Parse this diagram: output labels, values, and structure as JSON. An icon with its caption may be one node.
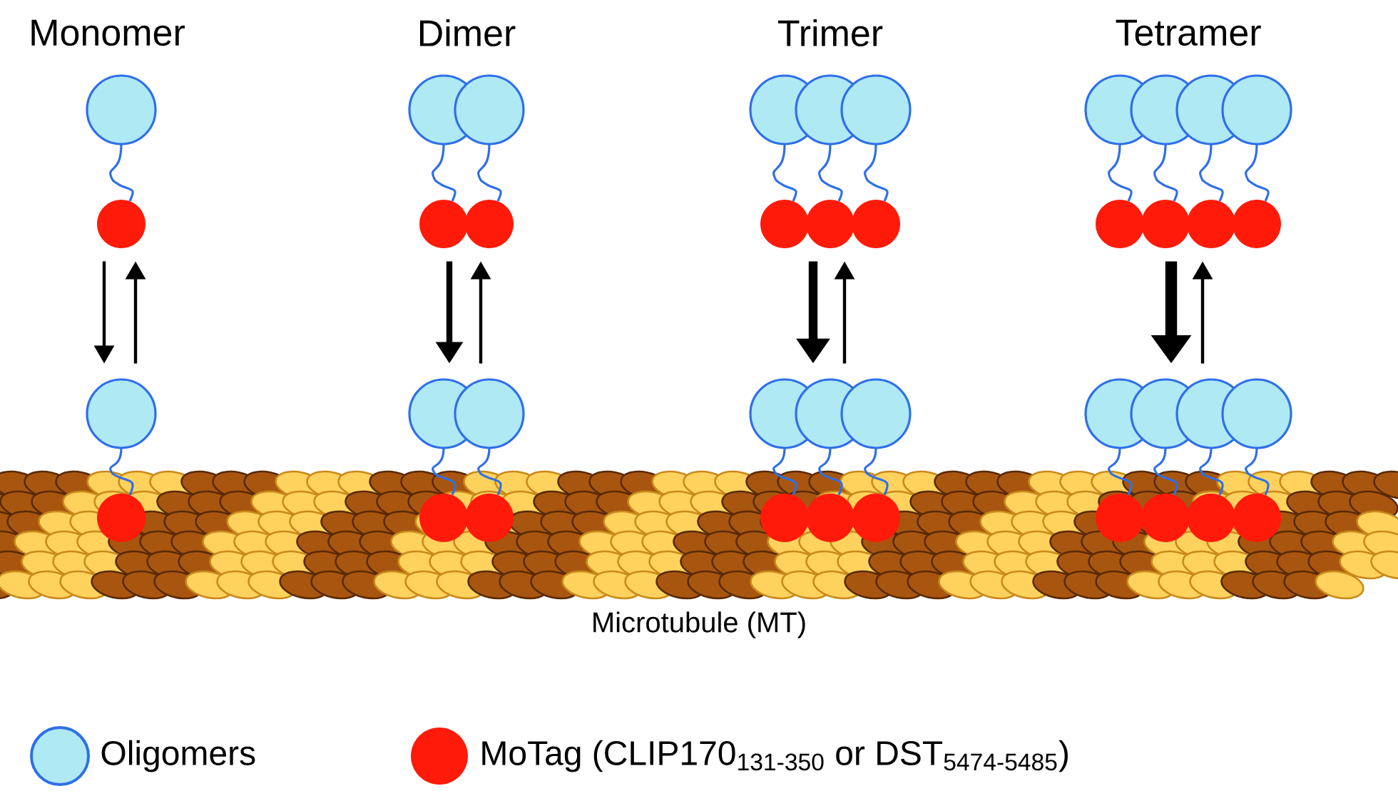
{
  "diagram": {
    "nodes": [
      {
        "text": [],
        "shape": "picture",
        "beside": [
          "Monomer"
        ]
      },
      {
        "text": [],
        "shape": "picture"
      },
      {
        "text": [],
        "shape": "picture",
        "beside": [
          "Dimer"
        ]
      },
      {
        "text": [],
        "shape": "picture"
      },
      {
        "text": [],
        "shape": "picture",
        "beside": [
          "Trimer"
        ]
      },
      {
        "text": [],
        "shape": "picture"
      },
      {
        "text": [],
        "shape": "picture",
        "beside": [
          "Tetramer"
        ]
      },
      {
        "text": [],
        "shape": "picture"
      }
    ],
    "edges": [
      {
        "from": 0,
        "to": 1,
        "arrow": "to"
      },
      {
        "from": 1,
        "to": 0,
        "arrow": "to"
      },
      {
        "from": 2,
        "to": 3,
        "arrow": "to",
        "style": "thick"
      },
      {
        "from": 3,
        "to": 2,
        "arrow": "to"
      },
      {
        "from": 4,
        "to": 5,
        "arrow": "to",
        "style": "thick"
      },
      {
        "from": 5,
        "to": 4,
        "arrow": "to"
      },
      {
        "from": 6,
        "to": 7,
        "arrow": "to",
        "style": "thick"
      },
      {
        "from": 7,
        "to": 6,
        "arrow": "to"
      }
    ],
    "labels": [
      "Microtubule (MT)"
    ],
    "legend": [
      {
        "text": "Oligomers",
        "color": "#aee9f4"
      },
      {
        "text": "MoTag (CLIP170$_{131-350}$ or DST$_{5474-5485}$)",
        "color": "#ff1a0a"
      }
    ]
  }
}
